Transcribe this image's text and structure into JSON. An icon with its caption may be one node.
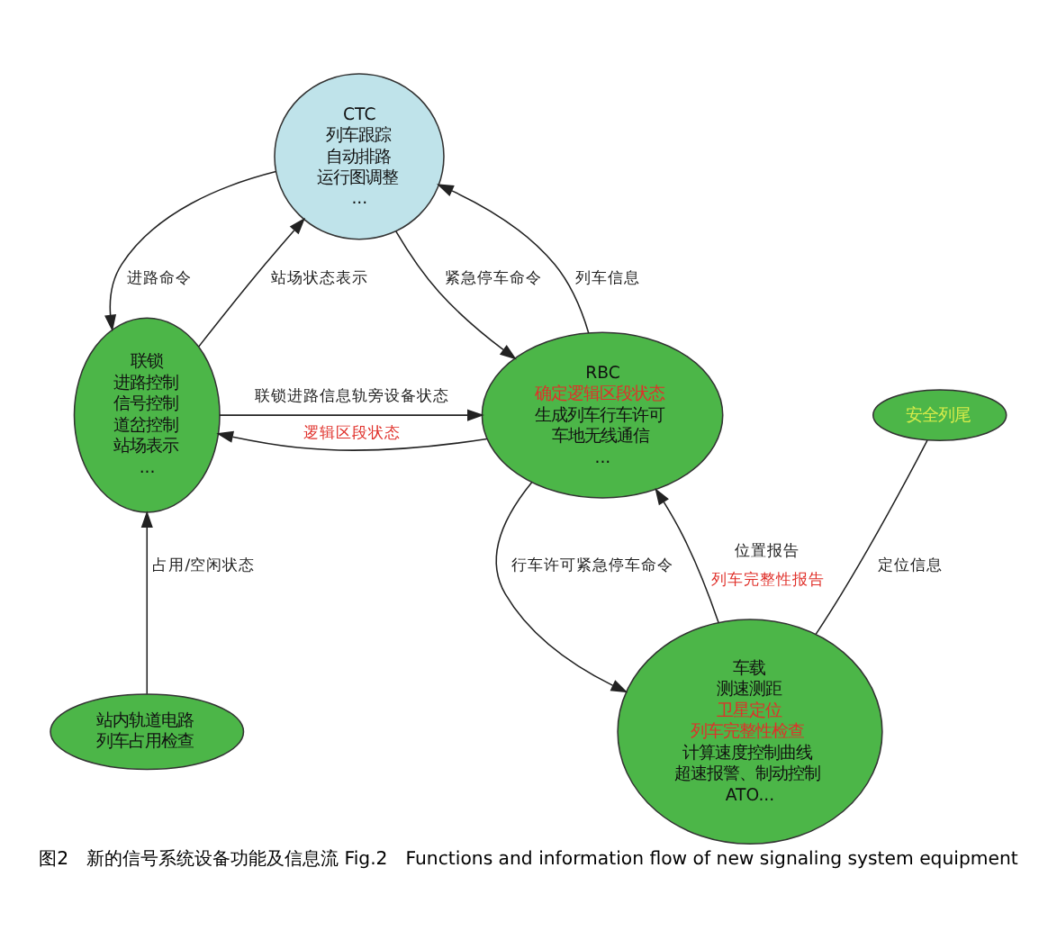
{
  "diagram": {
    "caption": "图2　新的信号系统设备功能及信息流 Fig.2　Functions and information flow of new signaling system equipment",
    "nodes": [
      {
        "text": [
          "CTC",
          "列车跟踪",
          "自动排路",
          "运行图调整",
          "..."
        ]
      },
      {
        "text": [
          "联锁",
          "进路控制",
          "信号控制",
          "道岔控制",
          "站场表示",
          "..."
        ]
      },
      {
        "text": [
          "RBC",
          "确定逻辑区段状态",
          "生成列车行车许可",
          "车地无线通信",
          "..."
        ]
      },
      {
        "text": [
          "站内轨道电路",
          "列车占用检查"
        ]
      },
      {
        "text": [
          "车载",
          "测速测距",
          "卫星定位",
          "列车完整性检查",
          "计算速度控制曲线",
          "超速报警、制动控制",
          "ATO..."
        ]
      },
      {
        "text": [
          "安全列尾"
        ]
      }
    ],
    "edges": [
      {
        "from": 0,
        "to": 1,
        "arrow": "to",
        "label": "进路命令"
      },
      {
        "from": 1,
        "to": 0,
        "arrow": "to",
        "label": "站场状态表示"
      },
      {
        "from": 0,
        "to": 2,
        "arrow": "to",
        "label": "紧急停车命令"
      },
      {
        "from": 2,
        "to": 0,
        "arrow": "to",
        "label": "列车信息"
      },
      {
        "from": 2,
        "to": 1,
        "arrow": "to",
        "label": "逻辑区段状态"
      },
      {
        "from": 1,
        "to": 2,
        "arrow": "to",
        "label": "联锁进路信息轨旁设备状态"
      },
      {
        "from": 3,
        "to": 1,
        "arrow": "to",
        "label": "占用/空闲状态"
      },
      {
        "from": 2,
        "to": 4,
        "arrow": "to",
        "label": "行车许可紧急停车命令"
      },
      {
        "from": 4,
        "to": 2,
        "arrow": "to",
        "label": "位置报告列车完整性报告"
      },
      {
        "from": 5,
        "to": 4,
        "arrow": "none",
        "label": "定位信息"
      }
    ]
  }
}
